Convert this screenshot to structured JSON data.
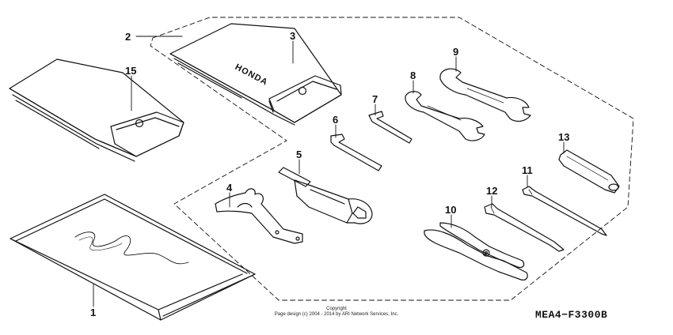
{
  "callouts": [
    {
      "id": "1",
      "label": "1"
    },
    {
      "id": "2",
      "label": "2"
    },
    {
      "id": "3",
      "label": "3"
    },
    {
      "id": "4",
      "label": "4"
    },
    {
      "id": "5",
      "label": "5"
    },
    {
      "id": "6",
      "label": "6"
    },
    {
      "id": "7",
      "label": "7"
    },
    {
      "id": "8",
      "label": "8"
    },
    {
      "id": "9",
      "label": "9"
    },
    {
      "id": "10",
      "label": "10"
    },
    {
      "id": "11",
      "label": "11"
    },
    {
      "id": "12",
      "label": "12"
    },
    {
      "id": "13",
      "label": "13"
    },
    {
      "id": "15",
      "label": "15"
    }
  ],
  "tool_bag_brand": "HONDA",
  "copyright_line1": "Copyright",
  "copyright_line2": "Page design (c) 2004 - 2014 by ARI Network Services, Inc.",
  "diagram_code": "MEA4−F3300B"
}
